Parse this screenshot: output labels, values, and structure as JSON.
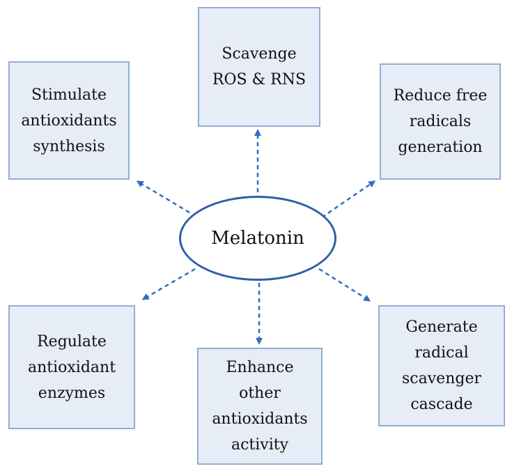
{
  "center": {
    "label": "Melatonin"
  },
  "boxes": {
    "top": "Scavenge\nROS & RNS",
    "top_left": "Stimulate\nantioxidants\nsynthesis",
    "top_right": "Reduce free\nradicals\ngeneration",
    "bottom_left": "Regulate\nantioxidant\nenzymes",
    "bottom_center": "Enhance\nother\nantioxidants\nactivity",
    "bottom_right": "Generate\nradical\nscavenger\ncascade"
  },
  "colors": {
    "box_fill": "#e7edf7",
    "box_border": "#93acd5",
    "ellipse_border": "#2e5ea8",
    "arrow": "#2e6fc4"
  }
}
